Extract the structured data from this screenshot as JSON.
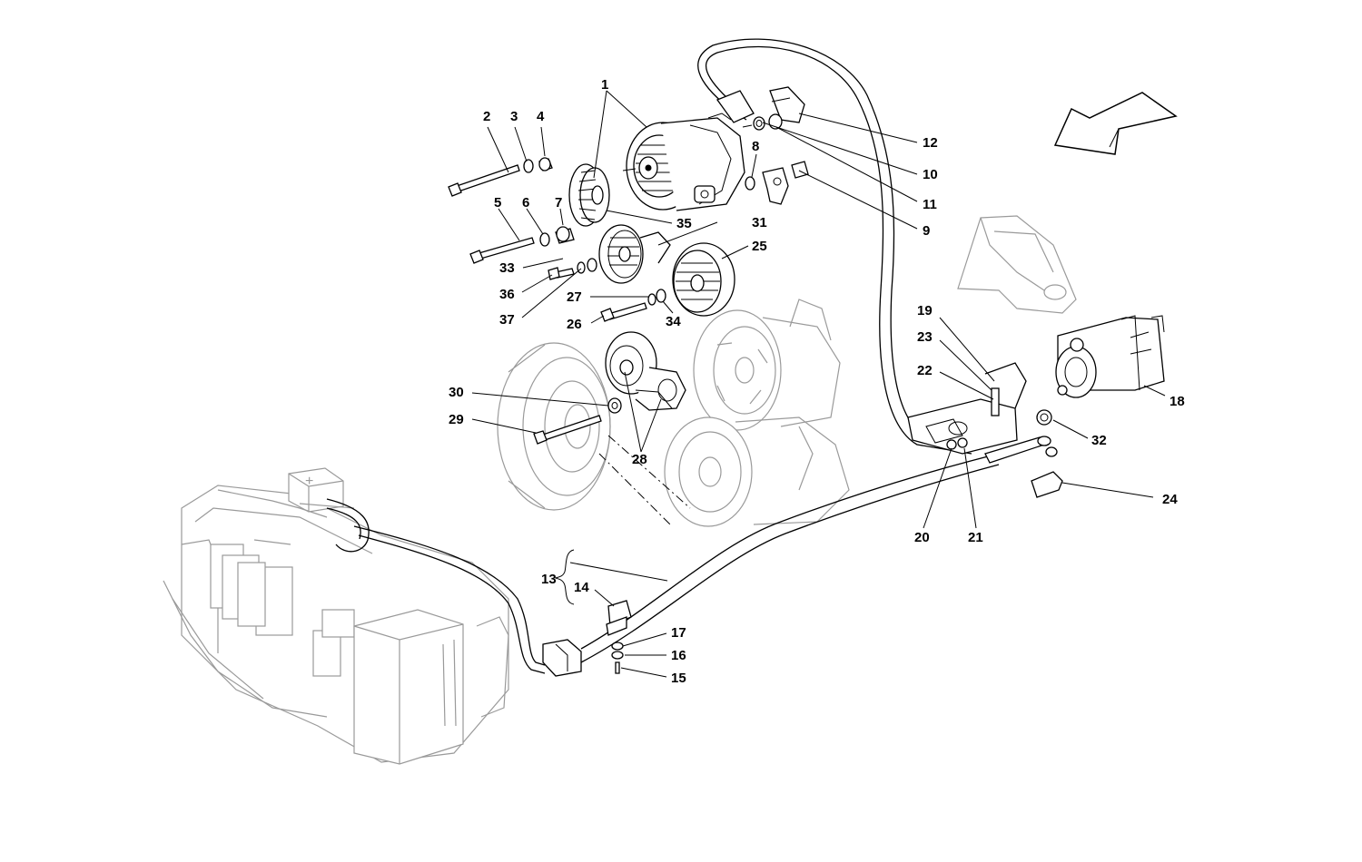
{
  "labels": {
    "l1": "1",
    "l2": "2",
    "l3": "3",
    "l4": "4",
    "l5": "5",
    "l6": "6",
    "l7": "7",
    "l8": "8",
    "l9": "9",
    "l10": "10",
    "l11": "11",
    "l12": "12",
    "l13": "13",
    "l14": "14",
    "l15": "15",
    "l16": "16",
    "l17": "17",
    "l18": "18",
    "l19": "19",
    "l20": "20",
    "l21": "21",
    "l22": "22",
    "l23": "23",
    "l24": "24",
    "l25": "25",
    "l26": "26",
    "l27": "27",
    "l28": "28",
    "l29": "29",
    "l30": "30",
    "l31": "31",
    "l32": "32",
    "l33": "33",
    "l34": "34",
    "l35": "35",
    "l36": "36",
    "l37": "37"
  },
  "fuse_box_symbol": "+",
  "icons": {
    "direction_arrow": "direction-arrow-icon"
  }
}
